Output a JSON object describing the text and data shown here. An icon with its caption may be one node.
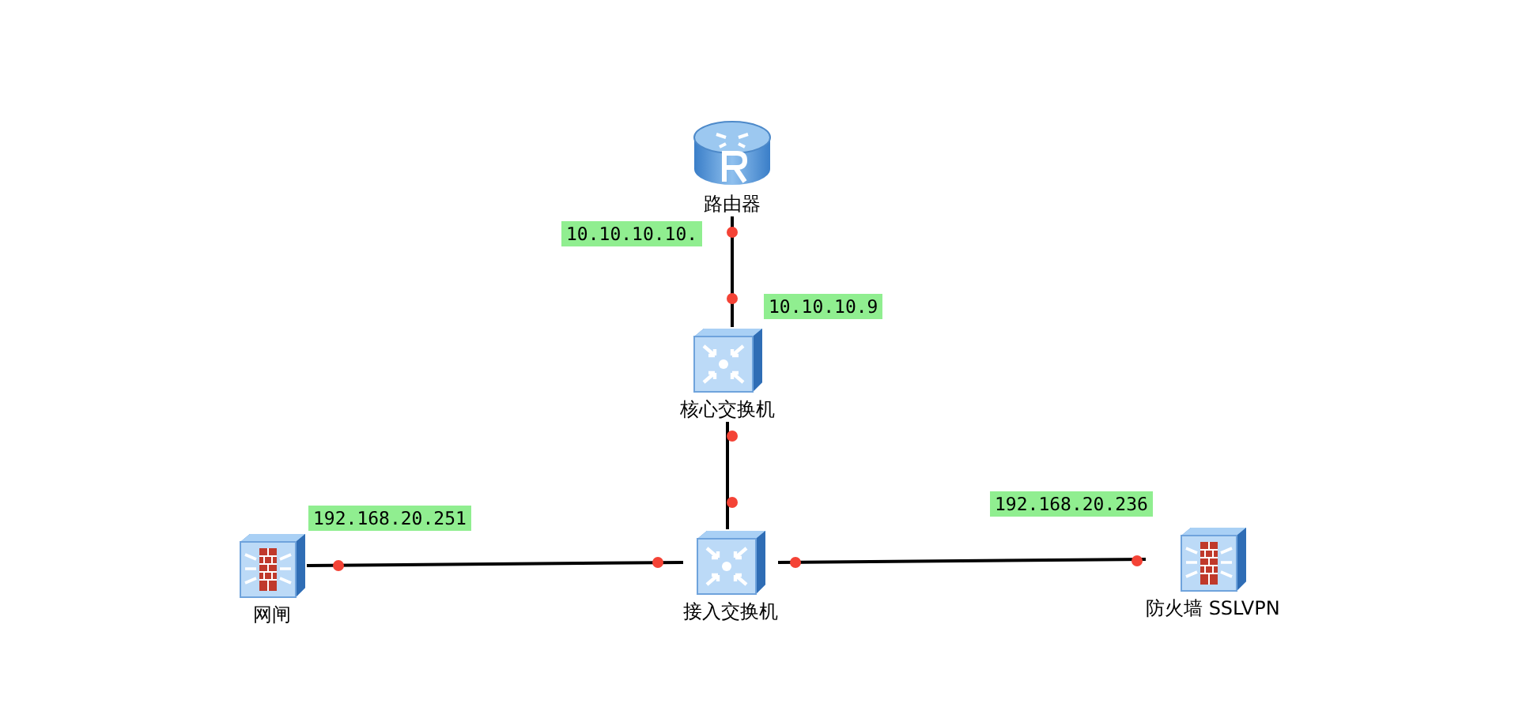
{
  "diagram": {
    "nodes": [
      {
        "text": [
          "路由器"
        ]
      },
      {
        "text": [
          "核心交换机"
        ]
      },
      {
        "text": [
          "网闸"
        ]
      },
      {
        "text": [
          "接入交换机"
        ]
      },
      {
        "text": [
          "防火墙 SSLVPN"
        ]
      }
    ],
    "edges": [
      {
        "from": 0,
        "to": 1,
        "arrow": "none"
      },
      {
        "from": 1,
        "to": 3,
        "arrow": "none"
      },
      {
        "from": 2,
        "to": 3,
        "arrow": "none"
      },
      {
        "from": 3,
        "to": 4,
        "arrow": "none"
      }
    ],
    "labels": [
      "10.10.10.10.",
      "10.10.10.9",
      "192.168.20.251",
      "192.168.20.236"
    ]
  }
}
